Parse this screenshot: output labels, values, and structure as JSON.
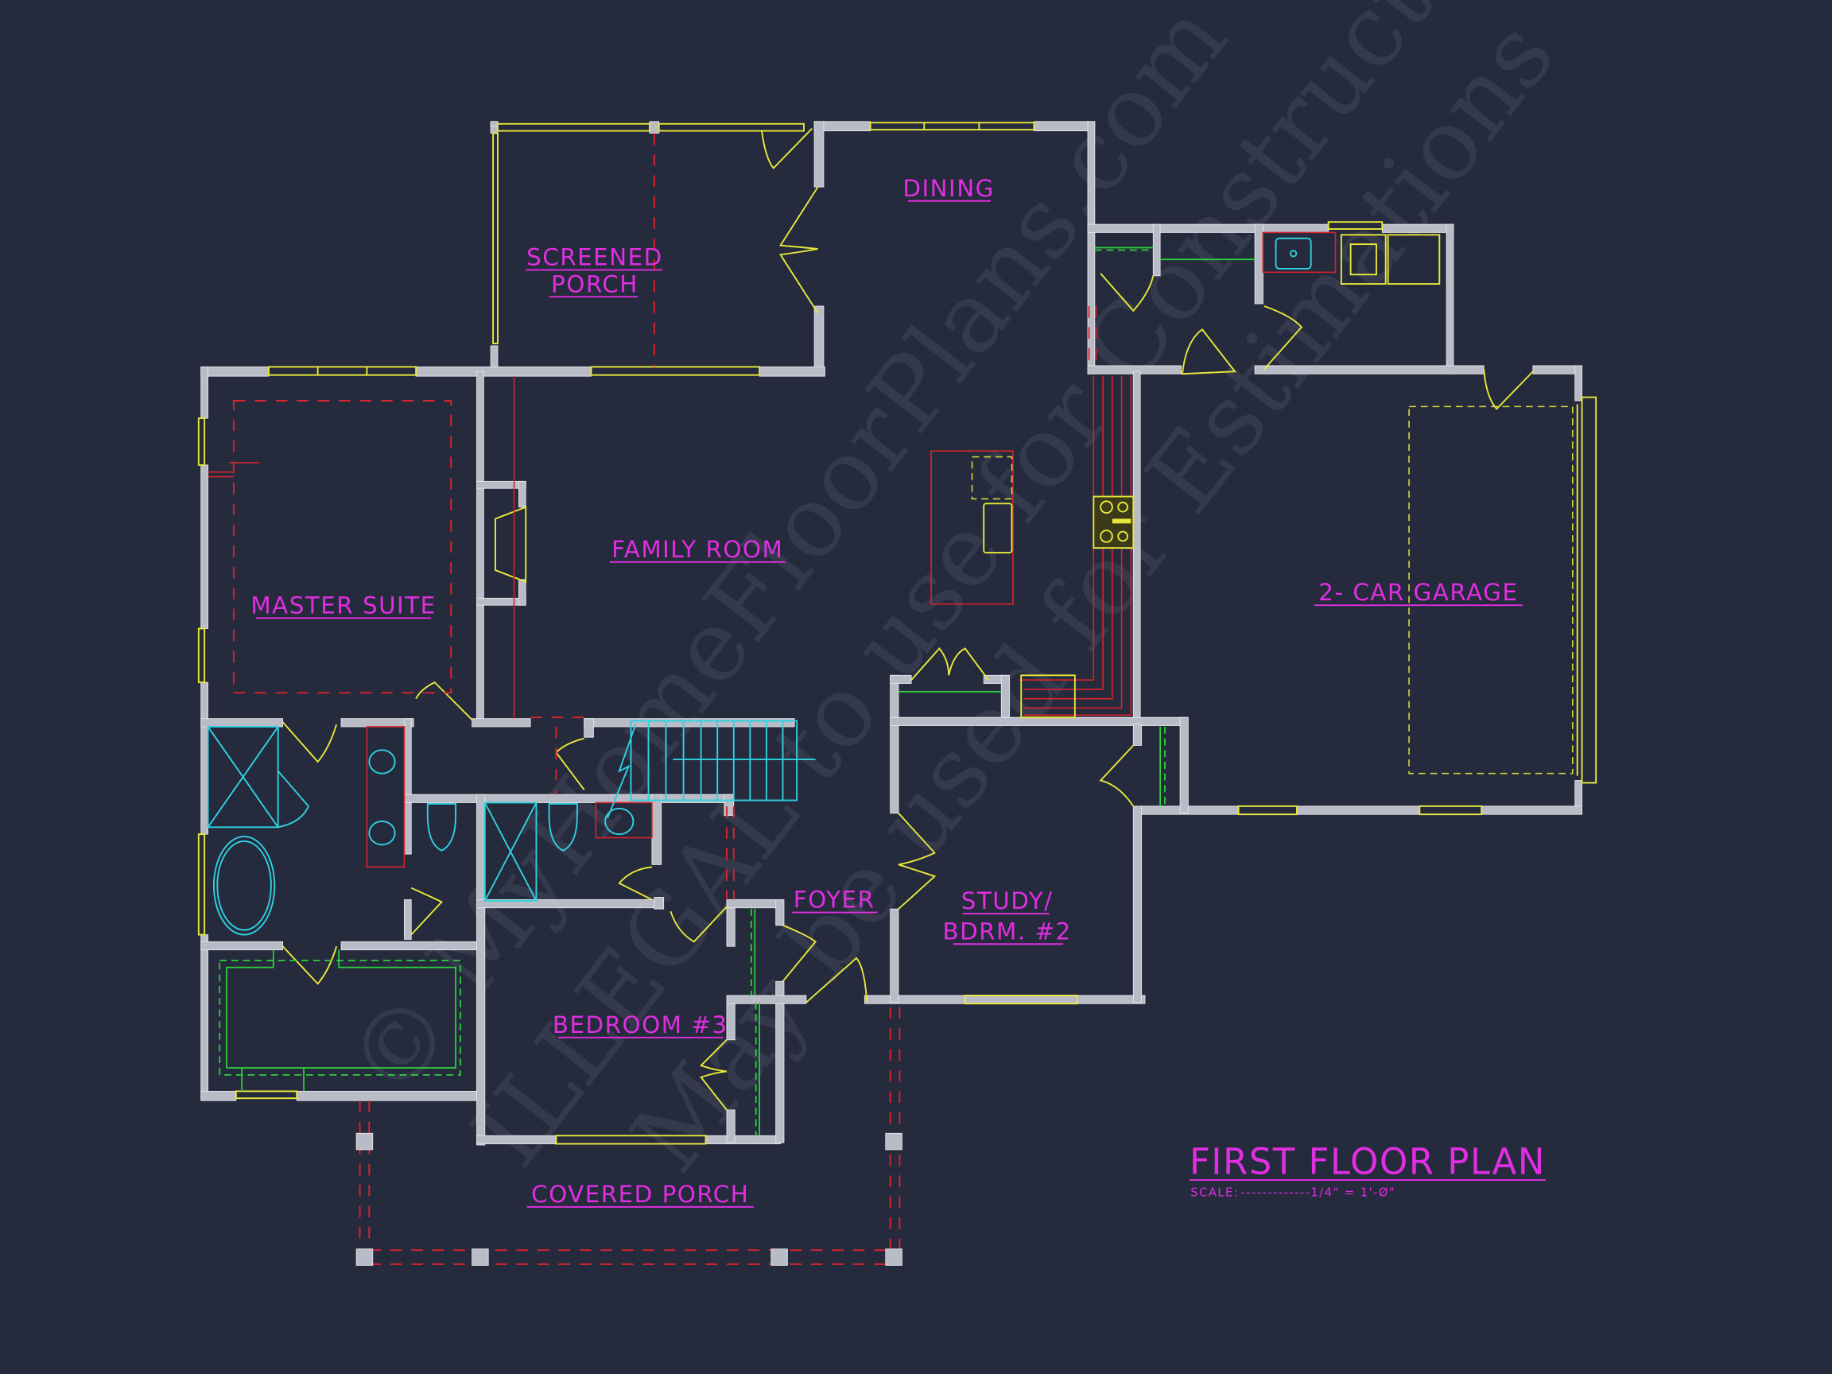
{
  "drawing": {
    "title": "FIRST FLOOR PLAN",
    "scale_label": "SCALE:",
    "scale_value": "-------------1/4\" = 1'-Ø\"",
    "background_color": "#252a3d",
    "label_color": "#e02ee0",
    "wall_color": "#b9bcc6",
    "door_window_color": "#e8e83a",
    "fixture_color": "#2ed2e0",
    "cabinet_color": "#d8242c",
    "shelf_color": "#2ed23c"
  },
  "rooms": [
    {
      "id": "screened-porch",
      "line1": "SCREENED",
      "line2": "PORCH"
    },
    {
      "id": "dining",
      "line1": "DINING"
    },
    {
      "id": "family-room",
      "line1": "FAMILY ROOM"
    },
    {
      "id": "master-suite",
      "line1": "MASTER SUITE"
    },
    {
      "id": "garage",
      "line1": "2- CAR GARAGE"
    },
    {
      "id": "foyer",
      "line1": "FOYER"
    },
    {
      "id": "study",
      "line1": "STUDY/",
      "line2": "BDRM. #2"
    },
    {
      "id": "bedroom-3",
      "line1": "BEDROOM #3"
    },
    {
      "id": "covered-porch",
      "line1": "COVERED PORCH"
    }
  ],
  "watermark": {
    "line1": "© MyHomeFloorPlans.com",
    "line2": "ILLEGAL to use for Construction",
    "line3": "May be used for Estimations"
  }
}
